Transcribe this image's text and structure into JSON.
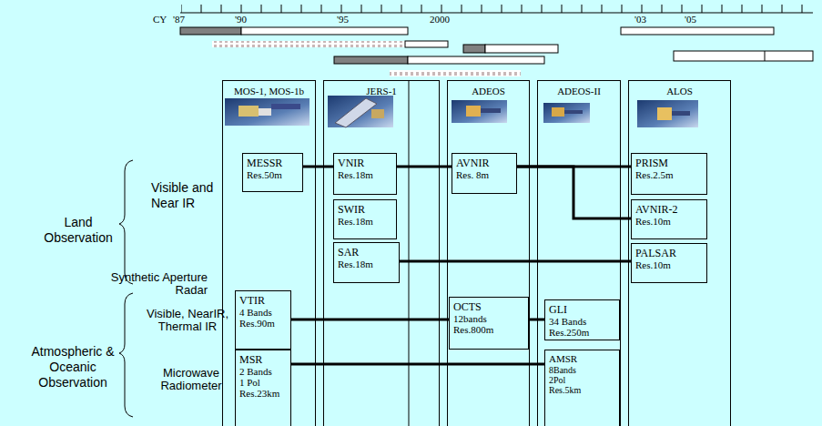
{
  "diagram": {
    "nodes": [
      {
        "text": [
          "MOS-1, MOS-1b"
        ]
      },
      {
        "text": [
          "MESSR",
          "Res.50m"
        ],
        "in": 0
      },
      {
        "text": [
          "VTIR",
          "4 Bands",
          "Res.90m"
        ],
        "in": 0
      },
      {
        "text": [
          "MSR",
          "2 Bands",
          "1 Pol",
          "Res.23km"
        ],
        "in": 0
      },
      {
        "text": [
          "JERS-1"
        ]
      },
      {
        "text": [
          "VNIR",
          "Res.18m"
        ],
        "in": 4
      },
      {
        "text": [
          "SWIR",
          "Res.18m"
        ],
        "in": 4
      },
      {
        "text": [
          "SAR",
          "Res.18m"
        ],
        "in": 4
      },
      {
        "text": [
          "ADEOS"
        ]
      },
      {
        "text": [
          "AVNIR",
          "Res. 8m"
        ],
        "in": 8
      },
      {
        "text": [
          "OCTS",
          "12bands",
          "Res.800m"
        ],
        "in": 8
      },
      {
        "text": [
          "ADEOS-II"
        ]
      },
      {
        "text": [
          "GLI",
          "34 Bands",
          "Res.250m"
        ],
        "in": 11
      },
      {
        "text": [
          "AMSR",
          "8Bands",
          "2Pol",
          "Res.5km"
        ],
        "in": 11
      },
      {
        "text": [
          "ALOS"
        ]
      },
      {
        "text": [
          "PRISM",
          "Res.2.5m"
        ],
        "in": 14
      },
      {
        "text": [
          "AVNIR-2",
          "Res.10m"
        ],
        "in": 14
      },
      {
        "text": [
          "PALSAR",
          "Res.10m"
        ],
        "in": 14
      }
    ],
    "edges": [
      {
        "from": 1,
        "to": 5,
        "arrow": "none"
      },
      {
        "from": 5,
        "to": 9,
        "arrow": "none"
      },
      {
        "from": 9,
        "to": 15,
        "arrow": "none"
      },
      {
        "from": 9,
        "to": 16,
        "arrow": "none"
      },
      {
        "from": 7,
        "to": 17,
        "arrow": "none"
      },
      {
        "from": 2,
        "to": 10,
        "arrow": "none"
      },
      {
        "from": 10,
        "to": 12,
        "arrow": "none"
      },
      {
        "from": 3,
        "to": 13,
        "arrow": "none"
      }
    ],
    "labels": [
      "CY",
      "'87",
      "'90",
      "'95",
      "2000",
      "'03",
      "'05",
      "Visible and Near IR",
      "Land Observation",
      "Synthetic Aperture Radar",
      "Visible, NearIR, Thermal IR",
      "Atmospheric & Oceanic Observation",
      "Microwave Radiometer"
    ]
  }
}
